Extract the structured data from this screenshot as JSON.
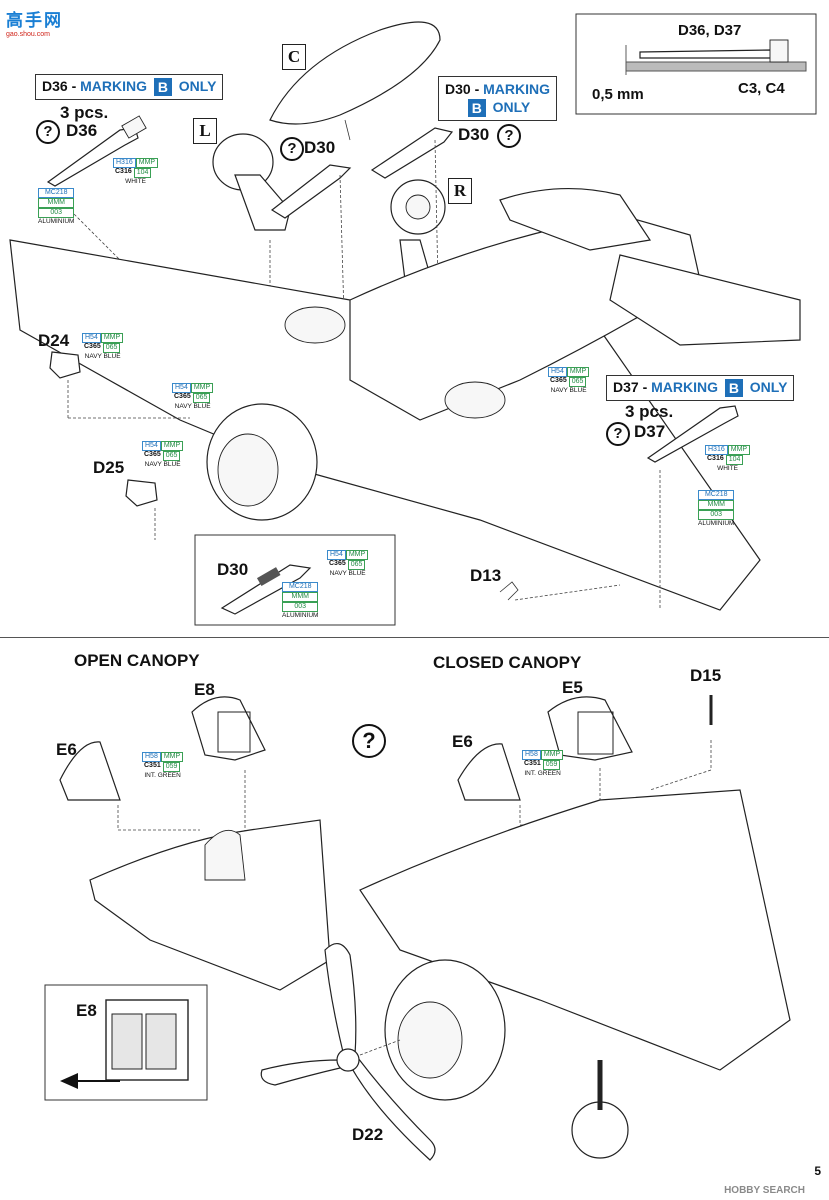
{
  "logo": {
    "title": "高手网",
    "url": "gao.shou.com"
  },
  "top_section": {
    "c_label": "C",
    "l_label": "L",
    "r_label": "R",
    "d36_header": {
      "code": "D36 -",
      "marking": "MARKING",
      "badge": "B",
      "only": "ONLY"
    },
    "d30_header": {
      "code": "D30 -",
      "marking": "MARKING",
      "badge": "B",
      "only": "ONLY"
    },
    "d37_header": {
      "code": "D37 -",
      "marking": "MARKING",
      "badge": "B",
      "only": "ONLY"
    },
    "d36_qty": "3 pcs.",
    "d36": "D36",
    "d37_qty": "3 pcs.",
    "d37": "D37",
    "d30_left": "D30",
    "d30_right": "D30",
    "d24": "D24",
    "d25": "D25",
    "d13": "D13",
    "inset_box": {
      "title": "D36, D37",
      "thickness": "0,5 mm",
      "parts": "C3, C4"
    },
    "d30_box_label": "D30"
  },
  "chips": {
    "white_left": {
      "h": "H316",
      "mmp": "MMP",
      "c": "C316",
      "num": "104",
      "name": "WHITE"
    },
    "alu_left": {
      "mc": "MC218",
      "mmm": "MMM",
      "num": "003",
      "name": "ALUMINIUM"
    },
    "navy_1": {
      "h": "H54",
      "mmp": "MMP",
      "c": "C365",
      "num": "065",
      "name": "NAVY BLUE"
    },
    "navy_2": {
      "h": "H54",
      "mmp": "MMP",
      "c": "C365",
      "num": "065",
      "name": "NAVY BLUE"
    },
    "navy_3": {
      "h": "H54",
      "mmp": "MMP",
      "c": "C365",
      "num": "065",
      "name": "NAVY BLUE"
    },
    "navy_4": {
      "h": "H54",
      "mmp": "MMP",
      "c": "C365",
      "num": "065",
      "name": "NAVY BLUE"
    },
    "navy_box": {
      "h": "H54",
      "mmp": "MMP",
      "c": "C365",
      "num": "065",
      "name": "NAVY BLUE"
    },
    "alu_box": {
      "mc": "MC218",
      "mmm": "MMM",
      "num": "003",
      "name": "ALUMINIUM"
    },
    "white_right": {
      "h": "H316",
      "mmp": "MMP",
      "c": "C316",
      "num": "104",
      "name": "WHITE"
    },
    "alu_right": {
      "mc": "MC218",
      "mmm": "MMM",
      "num": "003",
      "name": "ALUMINIUM"
    },
    "green_open": {
      "h": "H58",
      "mmp": "MMP",
      "c": "C351",
      "num": "059",
      "name": "INT. GREEN"
    },
    "green_closed": {
      "h": "H58",
      "mmp": "MMP",
      "c": "C351",
      "num": "059",
      "name": "INT. GREEN"
    }
  },
  "bottom_section": {
    "open_canopy": "OPEN CANOPY",
    "closed_canopy": "CLOSED CANOPY",
    "e8_top": "E8",
    "e6_left": "E6",
    "e5": "E5",
    "e6_right": "E6",
    "d15": "D15",
    "d22": "D22",
    "e8_inset": "E8"
  },
  "question_mark": "?",
  "watermark": "HOBBY SEARCH",
  "page_number": "5"
}
